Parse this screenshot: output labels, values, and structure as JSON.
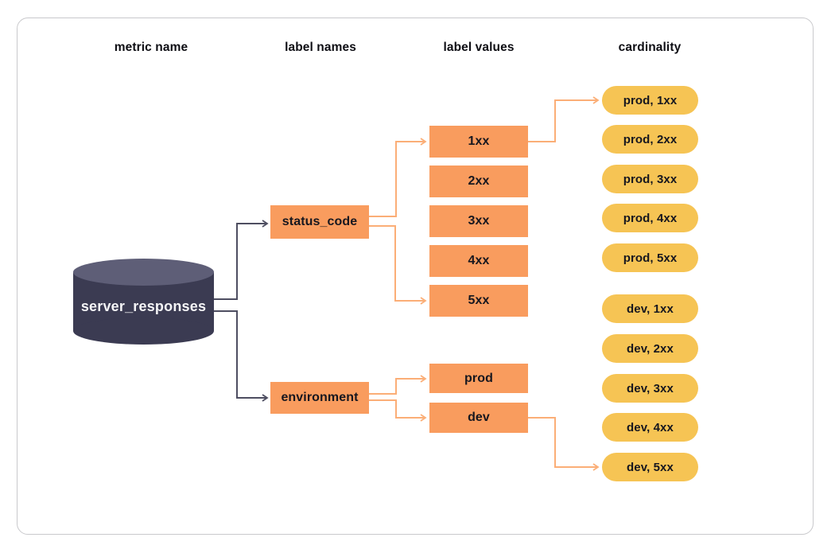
{
  "columns": {
    "metric_name": "metric name",
    "label_names": "label names",
    "label_values": "label values",
    "cardinality": "cardinality"
  },
  "metric": {
    "name": "server_responses"
  },
  "labels": [
    {
      "name": "status_code",
      "values": [
        "1xx",
        "2xx",
        "3xx",
        "4xx",
        "5xx"
      ]
    },
    {
      "name": "environment",
      "values": [
        "prod",
        "dev"
      ]
    }
  ],
  "cardinality": [
    "prod, 1xx",
    "prod, 2xx",
    "prod, 3xx",
    "prod, 4xx",
    "prod, 5xx",
    "dev, 1xx",
    "dev, 2xx",
    "dev, 3xx",
    "dev, 4xx",
    "dev, 5xx"
  ],
  "colors": {
    "box_orange": "#F99C5E",
    "pill_yellow": "#F6C454",
    "connector_orange": "#FBAE77",
    "connector_dark": "#4E4E61",
    "cylinder_body": "#3B3B52",
    "cylinder_top": "#5E5E77",
    "text_dark": "#17171F",
    "card_border": "#C9C9CC"
  }
}
